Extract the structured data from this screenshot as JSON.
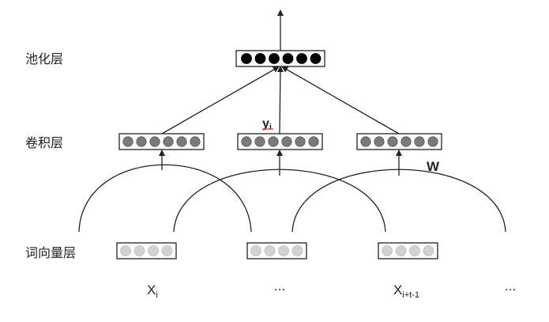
{
  "layers": {
    "pooling": "池化层",
    "convolution": "卷积层",
    "embedding": "词向量层"
  },
  "labels": {
    "x_i": "X",
    "x_i_sub": "i",
    "ellipsis_1": "...",
    "x_last": "X",
    "x_last_sub": "i+t-1",
    "ellipsis_2": "...",
    "y_i": "y",
    "y_i_sub": "i",
    "w": "W"
  },
  "colors": {
    "pool_node": "#000000",
    "conv_node": "#7a7a7a",
    "embed_node": "#d2d2d2",
    "stroke": "#222222",
    "accent_underline": "#d04a3a"
  },
  "counts": {
    "pool_nodes": 6,
    "conv_nodes": 6,
    "embed_nodes": 4
  }
}
